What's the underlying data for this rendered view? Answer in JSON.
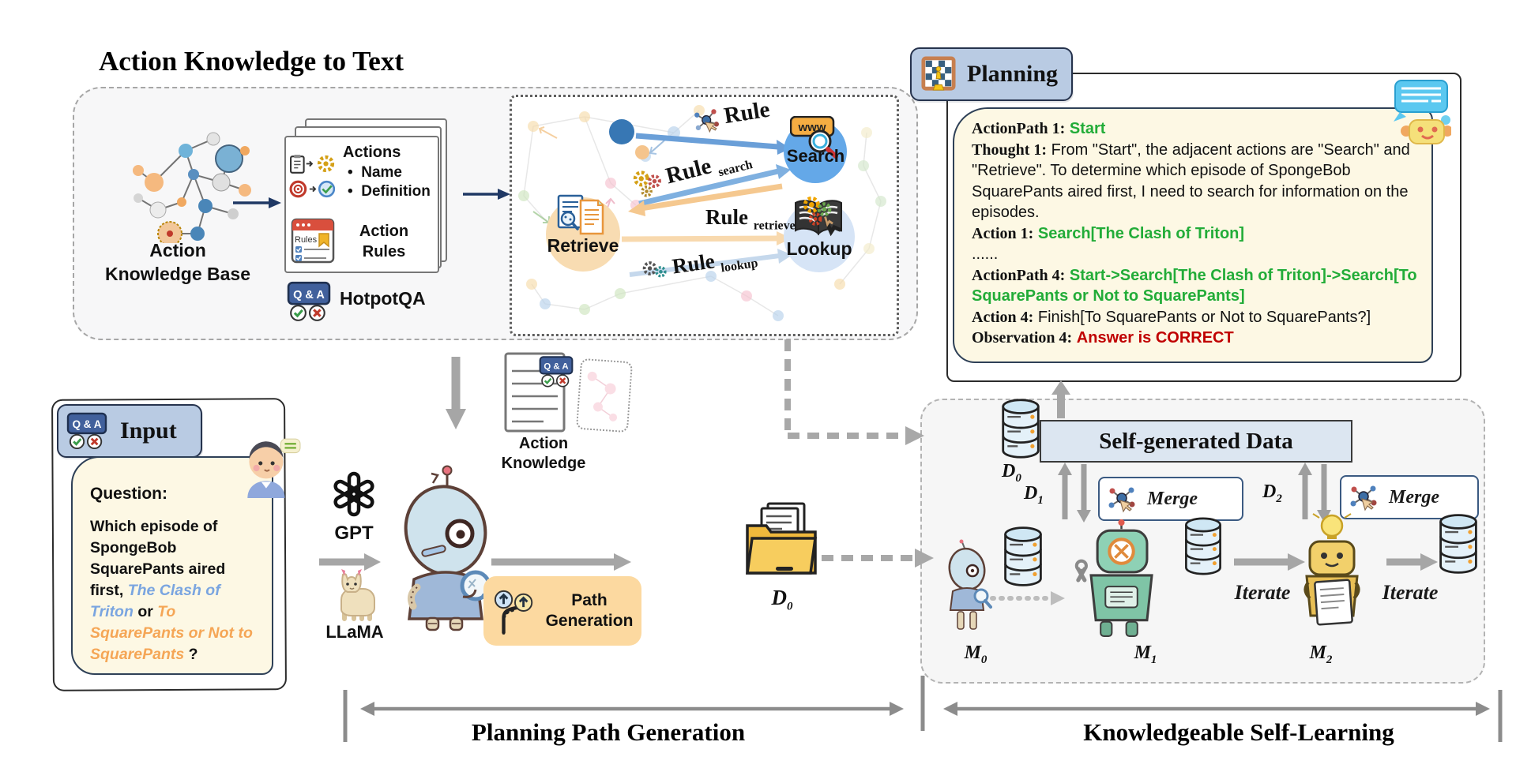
{
  "title": "Action Knowledge to Text",
  "shared": {
    "qa_badge": "Q & A"
  },
  "top_panel": {
    "akb_label1": "Action",
    "akb_label2": "Knowledge Base",
    "card": {
      "actions_title": "Actions",
      "bullet1": "Name",
      "bullet2": "Definition",
      "rules_card_label": "Rules",
      "action_rules1": "Action",
      "action_rules2": "Rules"
    },
    "dataset": "HotpotQA",
    "graph": {
      "www": "www",
      "search": "Search",
      "retrieve": "Retrieve",
      "lookup": "Lookup",
      "rule0": {
        "main": "Rule",
        "sub": ""
      },
      "rule1": {
        "main": "Rule",
        "sub": "search"
      },
      "rule2": {
        "main": "Rule",
        "sub": "retrieve"
      },
      "rule3": {
        "main": "Rule",
        "sub": "lookup"
      }
    }
  },
  "planning": {
    "title": "Planning",
    "lines": [
      {
        "label": "ActionPath 1:",
        "text": "Start"
      },
      {
        "label": "Thought 1:",
        "text": "From \"Start\", the adjacent actions are \"Search\" and \"Retrieve\". To determine which episode of SpongeBob SquarePants aired first, I need to search for information on the episodes."
      },
      {
        "label": "Action 1:",
        "text": "Search[The Clash of Triton]"
      },
      {
        "label": "",
        "text": "......"
      },
      {
        "label": "ActionPath 4:",
        "text": "Start->Search[The Clash of Triton]->Search[To SquarePants or Not to SquarePants]"
      },
      {
        "label": "Action 4:",
        "text": "Finish[To SquarePants or Not to SquarePants?]"
      },
      {
        "label": "Observation 4:",
        "text": "Answer is CORRECT"
      }
    ]
  },
  "middle": {
    "action_knowledge1": "Action",
    "action_knowledge2": "Knowledge",
    "gpt_label": "GPT",
    "llama_label": "LLaMA",
    "path_generation1": "Path",
    "path_generation2": "Generation",
    "d0": {
      "main": "D",
      "sub": "0"
    }
  },
  "input": {
    "title": "Input",
    "question_label": "Question:",
    "q_part1": "Which episode of SpongeBob SquarePants aired first,",
    "q_blue": "The Clash of Triton",
    "q_mid": "or",
    "q_orange": "To SquarePants or Not to SquarePants",
    "q_end": "?"
  },
  "self_learning": {
    "header": "Self-generated Data",
    "d0": {
      "main": "D",
      "sub": "0"
    },
    "d1": {
      "main": "D",
      "sub": "1"
    },
    "d2": {
      "main": "D",
      "sub": "2"
    },
    "merge1": "Merge",
    "merge2": "Merge",
    "iterate1": "Iterate",
    "iterate2": "Iterate",
    "m0": {
      "main": "M",
      "sub": "0"
    },
    "m1": {
      "main": "M",
      "sub": "1"
    },
    "m2": {
      "main": "M",
      "sub": "2"
    }
  },
  "footer": {
    "left": "Planning Path Generation",
    "right": "Knowledgeable Self-Learning"
  },
  "colors": {
    "green_text": "#22ac38",
    "red_text": "#c00000",
    "blue_italic": "#7aa5e0",
    "orange_italic": "#f5a656",
    "search_node": "#64a8e8",
    "retrieve_node": "#f8dcb2",
    "lookup_node": "#d6e4f6",
    "start_node": "#3777b4",
    "header_blue": "#b9cbe3",
    "cream": "#fdf8e4",
    "path_box_orange": "#fcd9a0"
  }
}
